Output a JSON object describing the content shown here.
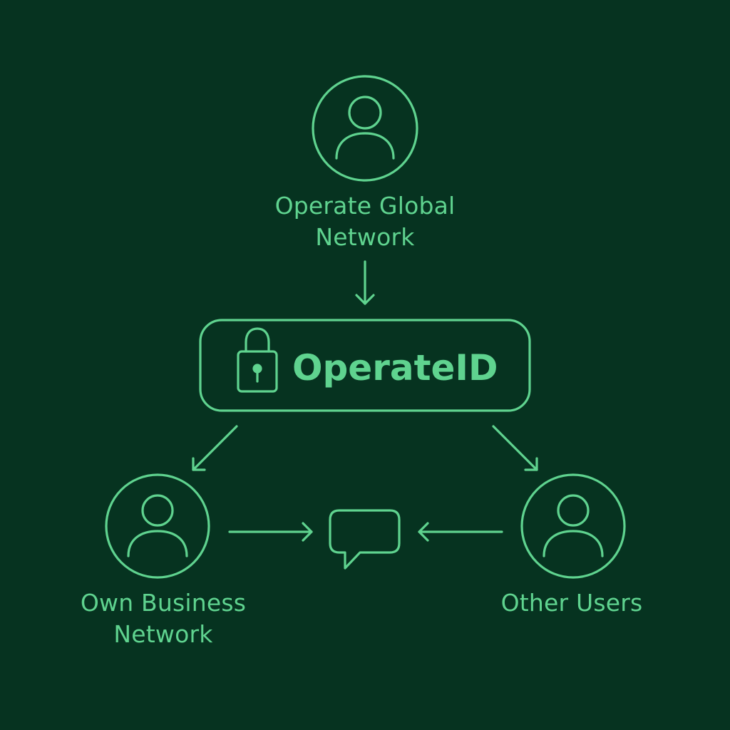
{
  "colors": {
    "background": "#063320",
    "accent": "#5fd38f"
  },
  "nodes": {
    "top": {
      "icon": "person-icon",
      "label_lines": [
        "Operate Global",
        "Network"
      ]
    },
    "hub": {
      "icon": "lock-icon",
      "title": "OperateID"
    },
    "left": {
      "icon": "person-icon",
      "label_lines": [
        "Own Business",
        "Network"
      ]
    },
    "right": {
      "icon": "person-icon",
      "label_lines": [
        "Other Users"
      ]
    },
    "center": {
      "icon": "chat-bubble-icon"
    }
  },
  "edges": [
    {
      "from": "top",
      "to": "hub"
    },
    {
      "from": "hub",
      "to": "left"
    },
    {
      "from": "hub",
      "to": "right"
    },
    {
      "from": "left",
      "to": "center"
    },
    {
      "from": "right",
      "to": "center"
    }
  ]
}
